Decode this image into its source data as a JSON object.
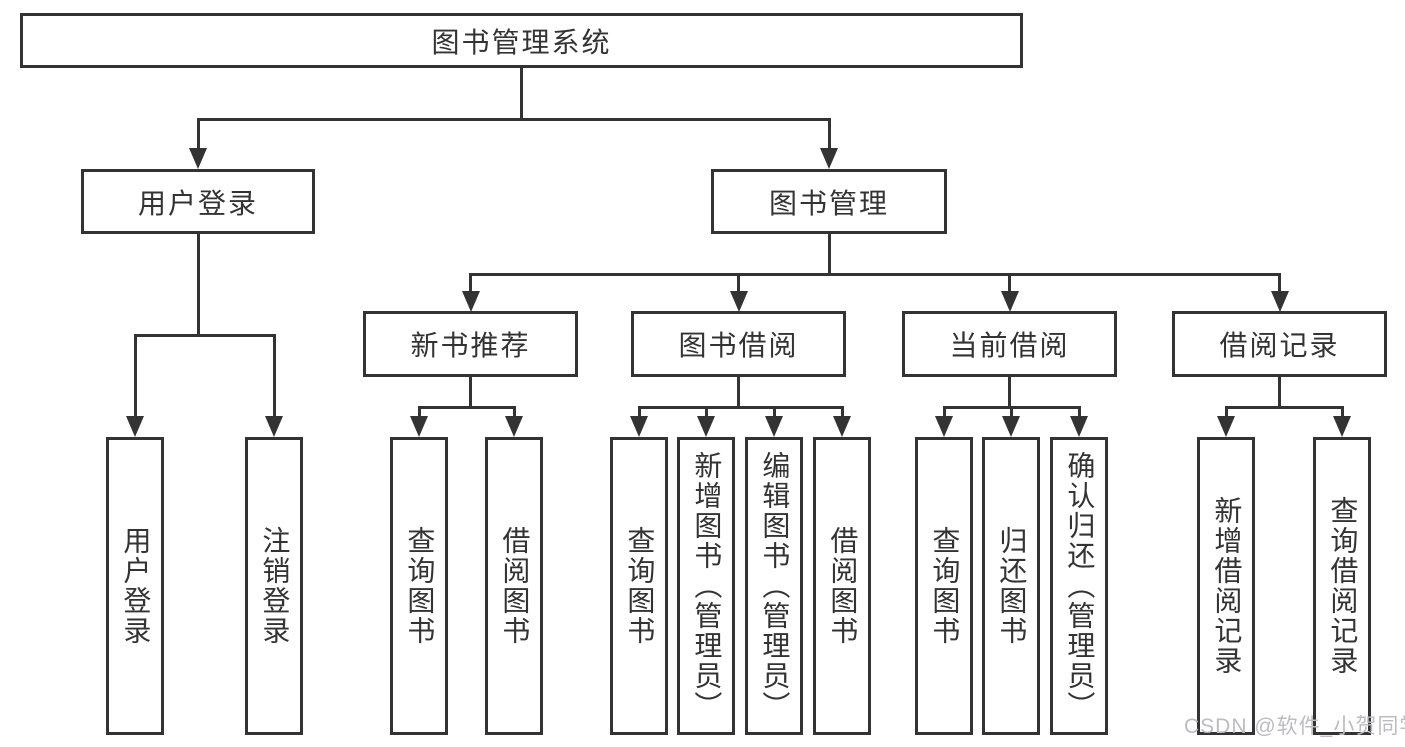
{
  "diagram": {
    "root": {
      "label": "图书管理系统"
    },
    "level2": [
      {
        "label": "用户登录"
      },
      {
        "label": "图书管理"
      }
    ],
    "level3": [
      {
        "label": "新书推荐"
      },
      {
        "label": "图书借阅"
      },
      {
        "label": "当前借阅"
      },
      {
        "label": "借阅记录"
      }
    ],
    "leaves": [
      {
        "label": "用户登录"
      },
      {
        "label": "注销登录"
      },
      {
        "label": "查询图书"
      },
      {
        "label": "借阅图书"
      },
      {
        "label": "查询图书"
      },
      {
        "label": "新增图书（管理员）"
      },
      {
        "label": "编辑图书（管理员）"
      },
      {
        "label": "借阅图书"
      },
      {
        "label": "查询图书"
      },
      {
        "label": "归还图书"
      },
      {
        "label": "确认归还（管理员）"
      },
      {
        "label": "新增借阅记录"
      },
      {
        "label": "查询借阅记录"
      }
    ]
  },
  "watermark": {
    "text": "CSDN @软件_小贺同学"
  },
  "colors": {
    "line": "#333333",
    "background": "#ffffff",
    "watermark": "#bcbcc1"
  }
}
